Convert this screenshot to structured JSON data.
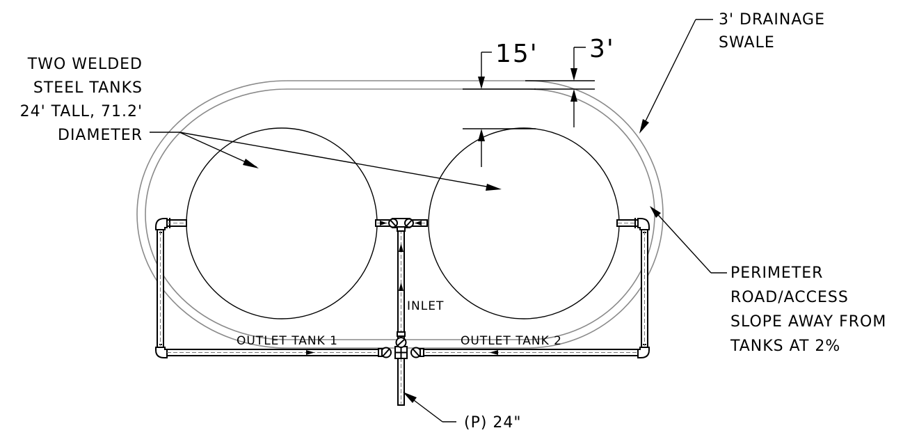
{
  "labels": {
    "tanks": [
      "TWO WELDED",
      "STEEL TANKS",
      "24' TALL, 71.2'",
      "DIAMETER"
    ],
    "swale": [
      "3' DRAINAGE",
      "SWALE"
    ],
    "perimeter": [
      "PERIMETER",
      "ROAD/ACCESS",
      "SLOPE AWAY FROM",
      "TANKS AT 2%"
    ],
    "dim_15": "15'",
    "dim_3": "3'",
    "inlet": "INLET",
    "outlet_1": "OUTLET TANK 1",
    "outlet_2": "OUTLET TANK 2",
    "pipe_size": "(P) 24\""
  }
}
